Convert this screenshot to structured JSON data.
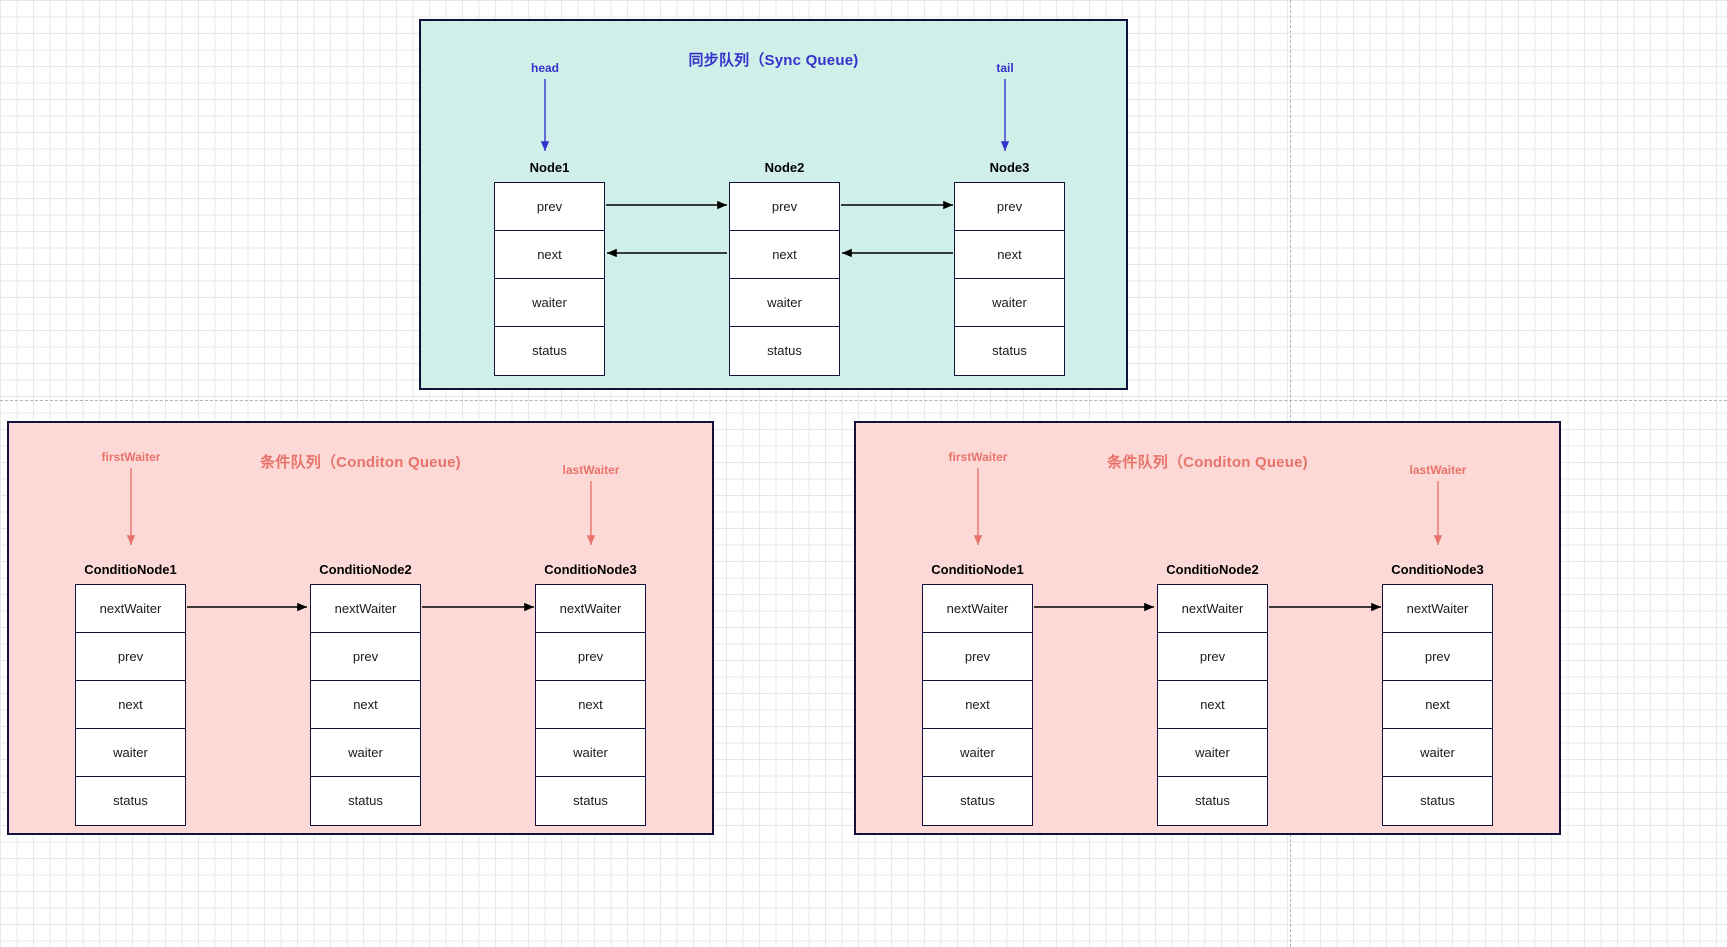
{
  "colors": {
    "sync_panel_fill": "#d0efe8",
    "cond_panel_fill": "#fcd9d7",
    "panel_border": "#10123b",
    "sync_text": "#3333cc",
    "cond_text": "#e8736a",
    "node_border": "#10123b",
    "node_fill": "#ffffff",
    "arrow": "#000000",
    "grid_minor": "#e8e8e8",
    "grid_major": "#d0d0d0"
  },
  "sync_queue": {
    "title": "同步队列（Sync Queue)",
    "pointers": [
      {
        "label": "head",
        "target": "Node1"
      },
      {
        "label": "tail",
        "target": "Node3"
      }
    ],
    "node_fields": [
      "prev",
      "next",
      "waiter",
      "status"
    ],
    "nodes": [
      {
        "name": "Node1",
        "fields": [
          "prev",
          "next",
          "waiter",
          "status"
        ]
      },
      {
        "name": "Node2",
        "fields": [
          "prev",
          "next",
          "waiter",
          "status"
        ]
      },
      {
        "name": "Node3",
        "fields": [
          "prev",
          "next",
          "waiter",
          "status"
        ]
      }
    ],
    "links": [
      {
        "from": "Node1",
        "from_field": "prev",
        "to": "Node2",
        "to_field": "prev",
        "direction": "forward"
      },
      {
        "from": "Node2",
        "from_field": "prev",
        "to": "Node3",
        "to_field": "prev",
        "direction": "forward"
      },
      {
        "from": "Node2",
        "from_field": "next",
        "to": "Node1",
        "to_field": "next",
        "direction": "backward"
      },
      {
        "from": "Node3",
        "from_field": "next",
        "to": "Node2",
        "to_field": "next",
        "direction": "backward"
      }
    ]
  },
  "condition_queue_left": {
    "title": "条件队列（Conditon Queue)",
    "pointers": [
      {
        "label": "firstWaiter",
        "target": "ConditioNode1"
      },
      {
        "label": "lastWaiter",
        "target": "ConditioNode3"
      }
    ],
    "node_fields": [
      "nextWaiter",
      "prev",
      "next",
      "waiter",
      "status"
    ],
    "nodes": [
      {
        "name": "ConditioNode1",
        "fields": [
          "nextWaiter",
          "prev",
          "next",
          "waiter",
          "status"
        ]
      },
      {
        "name": "ConditioNode2",
        "fields": [
          "nextWaiter",
          "prev",
          "next",
          "waiter",
          "status"
        ]
      },
      {
        "name": "ConditioNode3",
        "fields": [
          "nextWaiter",
          "prev",
          "next",
          "waiter",
          "status"
        ]
      }
    ],
    "links": [
      {
        "from": "ConditioNode1",
        "from_field": "nextWaiter",
        "to": "ConditioNode2",
        "to_field": "nextWaiter",
        "direction": "forward"
      },
      {
        "from": "ConditioNode2",
        "from_field": "nextWaiter",
        "to": "ConditioNode3",
        "to_field": "nextWaiter",
        "direction": "forward"
      }
    ]
  },
  "condition_queue_right": {
    "title": "条件队列（Conditon Queue)",
    "pointers": [
      {
        "label": "firstWaiter",
        "target": "ConditioNode1"
      },
      {
        "label": "lastWaiter",
        "target": "ConditioNode3"
      }
    ],
    "node_fields": [
      "nextWaiter",
      "prev",
      "next",
      "waiter",
      "status"
    ],
    "nodes": [
      {
        "name": "ConditioNode1",
        "fields": [
          "nextWaiter",
          "prev",
          "next",
          "waiter",
          "status"
        ]
      },
      {
        "name": "ConditioNode2",
        "fields": [
          "nextWaiter",
          "prev",
          "next",
          "waiter",
          "status"
        ]
      },
      {
        "name": "ConditioNode3",
        "fields": [
          "nextWaiter",
          "prev",
          "next",
          "waiter",
          "status"
        ]
      }
    ],
    "links": [
      {
        "from": "ConditioNode1",
        "from_field": "nextWaiter",
        "to": "ConditioNode2",
        "to_field": "nextWaiter",
        "direction": "forward"
      },
      {
        "from": "ConditioNode2",
        "from_field": "nextWaiter",
        "to": "ConditioNode3",
        "to_field": "nextWaiter",
        "direction": "forward"
      }
    ]
  }
}
